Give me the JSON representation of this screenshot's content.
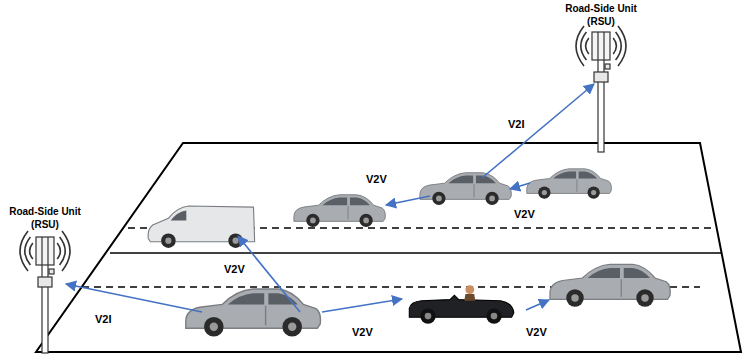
{
  "diagram": {
    "nodes": [
      {
        "text": [
          "Road-Side Unit (RSU)"
        ]
      },
      {
        "text": [
          "Road-Side Unit (RSU)"
        ]
      }
    ],
    "labels": [
      "V2I",
      "V2V",
      "V2V",
      "V2V",
      "V2I",
      "V2V",
      "V2V"
    ]
  }
}
